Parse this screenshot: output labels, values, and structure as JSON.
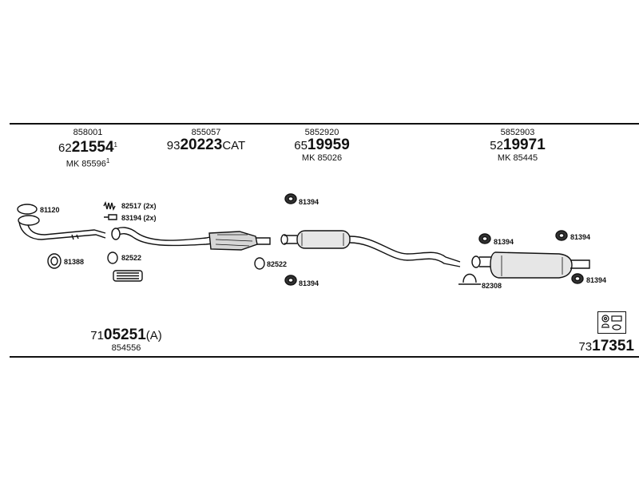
{
  "columns": [
    {
      "ref": "858001",
      "num_prefix": "62",
      "num_bold": "21554",
      "num_sup": "1",
      "num_suffix": "",
      "mk": "MK 85596",
      "mk_sup": "1"
    },
    {
      "ref": "855057",
      "num_prefix": "93",
      "num_bold": "20223",
      "num_sup": "",
      "num_suffix": "CAT",
      "mk": "",
      "mk_sup": ""
    },
    {
      "ref": "5852920",
      "num_prefix": "65",
      "num_bold": "19959",
      "num_sup": "",
      "num_suffix": "",
      "mk": "MK 85026",
      "mk_sup": ""
    },
    {
      "ref": "5852903",
      "num_prefix": "52",
      "num_bold": "19971",
      "num_sup": "",
      "num_suffix": "",
      "mk": "MK 85445",
      "mk_sup": ""
    }
  ],
  "part_labels": {
    "p81120": "81120",
    "p81388": "81388",
    "p82517": "82517 (2x)",
    "p83194": "83194 (2x)",
    "p82522a": "82522",
    "p82522b": "82522",
    "p81394a": "81394",
    "p81394b": "81394",
    "p81394c": "81394",
    "p81394d": "81394",
    "p81394e": "81394",
    "p82308": "82308"
  },
  "footer": {
    "kit_prefix": "71",
    "kit_bold": "05251",
    "kit_suffix": "(A)",
    "kit_ref": "854556",
    "set_prefix": "73",
    "set_bold": "17351"
  },
  "icon": "mounting-kit-icon"
}
